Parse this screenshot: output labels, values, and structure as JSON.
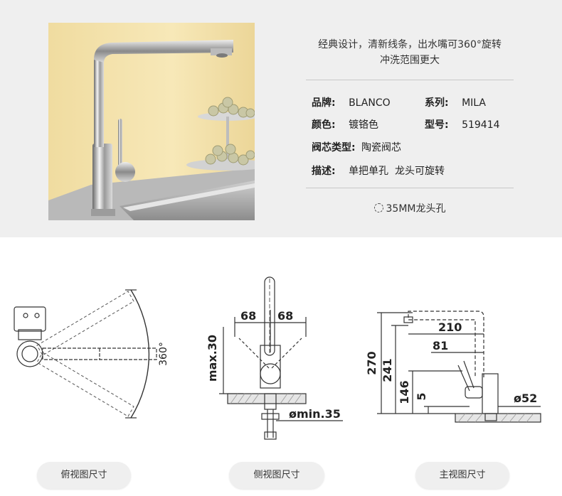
{
  "info": {
    "slogan_line1": "经典设计，清新线条，出水嘴可360°旋转",
    "slogan_line2": "冲洗范围更大",
    "brand_key": "品牌:",
    "brand_val": "BLANCO",
    "series_key": "系列:",
    "series_val": "MILA",
    "color_key": "颜色:",
    "color_val": "镀铬色",
    "model_key": "型号:",
    "model_val": "519414",
    "core_key": "阀芯类型:",
    "core_val": "陶瓷阀芯",
    "desc_key": "描述:",
    "desc_val": "单把单孔  龙头可旋转",
    "hole_text": "35MM龙头孔"
  },
  "top_view": {
    "angle_label": "360°",
    "caption": "俯视图尺寸"
  },
  "side_view": {
    "dim_left": "68",
    "dim_right": "68",
    "dim_height": "max.30",
    "dim_hole": "ømin.35",
    "caption": "侧视图尺寸"
  },
  "front_view": {
    "dim_reach": "210",
    "dim_handle": "81",
    "dim_total": "270",
    "dim_spout": "241",
    "dim_lever": "146",
    "dim_small": "5",
    "dim_base": "ø52",
    "caption": "主视图尺寸"
  }
}
